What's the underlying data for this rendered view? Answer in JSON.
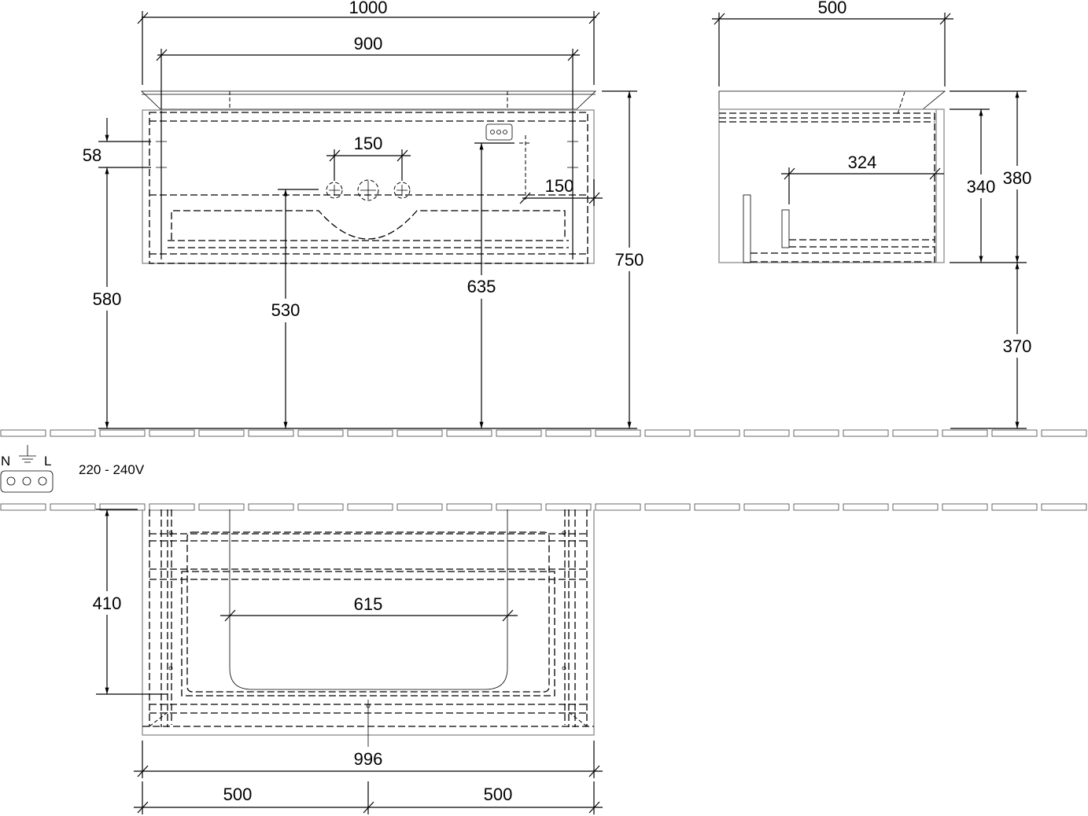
{
  "drawing": {
    "type": "technical dimension drawing",
    "units": "mm",
    "views": [
      "front",
      "side",
      "top"
    ]
  },
  "front_view": {
    "overall_width": "1000",
    "inner_width": "900",
    "tap_hole_spacing": "150",
    "socket_offset": "150",
    "mount_hole_spacing": "58",
    "mount_height": "580",
    "drain_height": "530",
    "socket_height": "635",
    "total_height": "750"
  },
  "side_view": {
    "depth": "500",
    "inner_depth": "324",
    "cabinet_height": "340",
    "total_height": "380",
    "floor_clearance": "370"
  },
  "electrical": {
    "neutral_label": "N",
    "live_label": "L",
    "earth_symbol": "ground-icon",
    "voltage": "220 - 240V"
  },
  "top_view": {
    "depth": "410",
    "basin_width": "615",
    "overall_width": "996",
    "left_half": "500",
    "right_half": "500"
  }
}
